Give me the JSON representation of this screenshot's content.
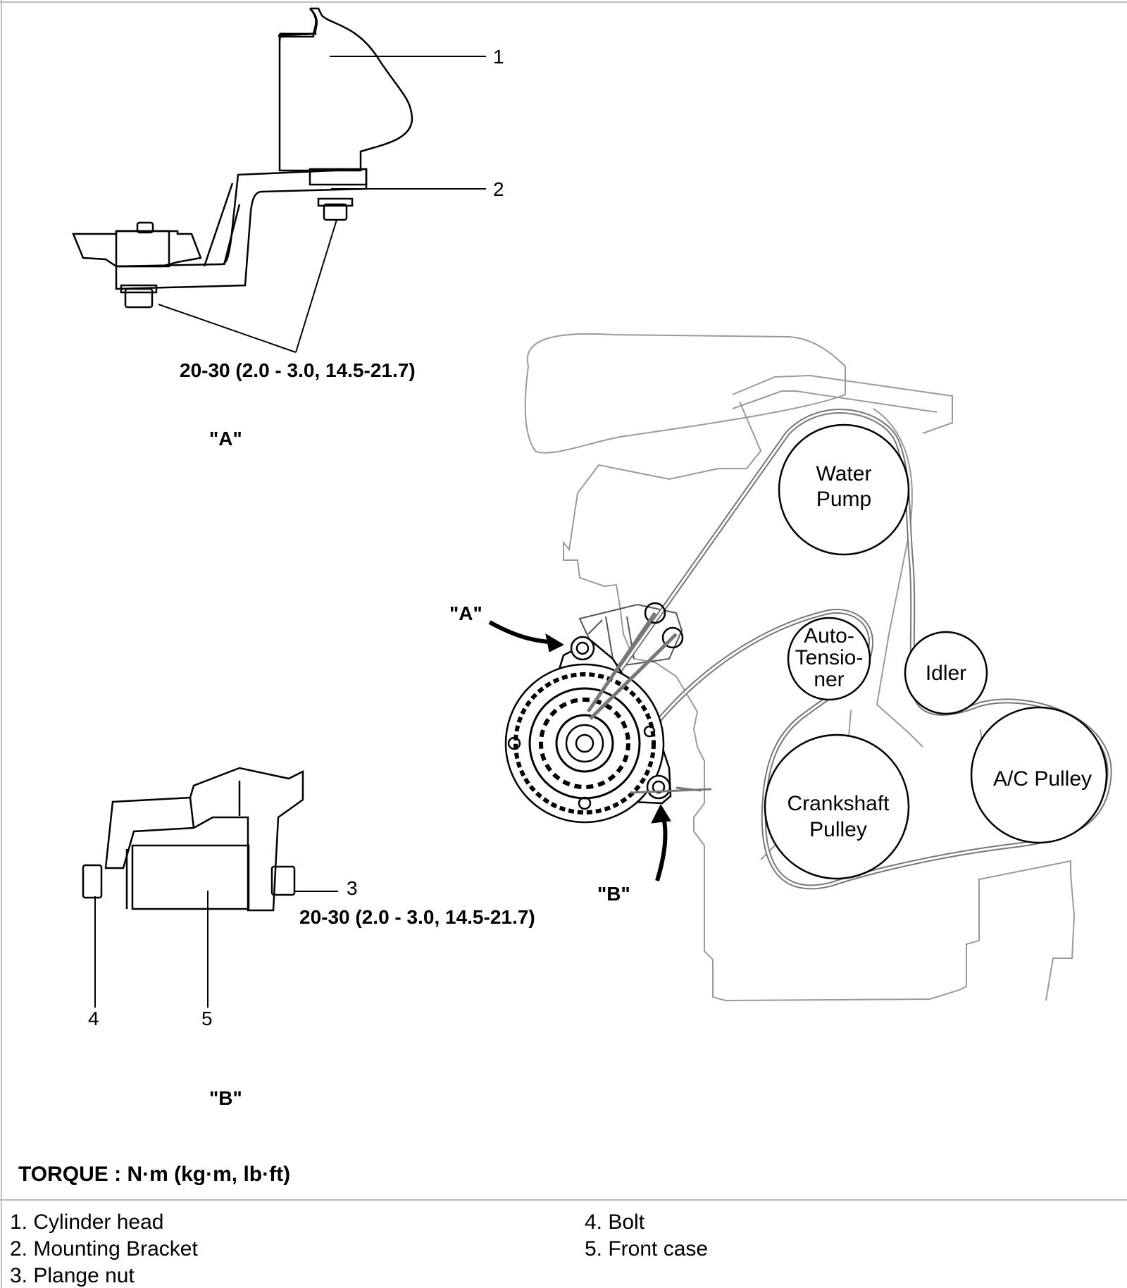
{
  "detail_a": {
    "callouts": [
      "1",
      "2"
    ],
    "torque": "20-30 (2.0 - 3.0, 14.5-21.7)",
    "label": "\"A\""
  },
  "detail_b": {
    "callouts": [
      "3",
      "4",
      "5"
    ],
    "torque": "20-30 (2.0 - 3.0, 14.5-21.7)",
    "label": "\"B\""
  },
  "engine": {
    "pointer_a": "\"A\"",
    "pointer_b": "\"B\"",
    "pulleys": {
      "water_pump": [
        "Water",
        "Pump"
      ],
      "auto_tensioner": [
        "Auto-",
        "Tensio-",
        "ner"
      ],
      "idler": [
        "Idler"
      ],
      "crankshaft": [
        "Crankshaft",
        "Pulley"
      ],
      "ac": [
        "A/C Pulley"
      ]
    }
  },
  "torque_note": "TORQUE : N·m (kg·m, lb·ft)",
  "legend": {
    "left": [
      "1. Cylinder head",
      "2. Mounting Bracket",
      "3. Plange nut"
    ],
    "right": [
      "4. Bolt",
      "5. Front case"
    ]
  }
}
